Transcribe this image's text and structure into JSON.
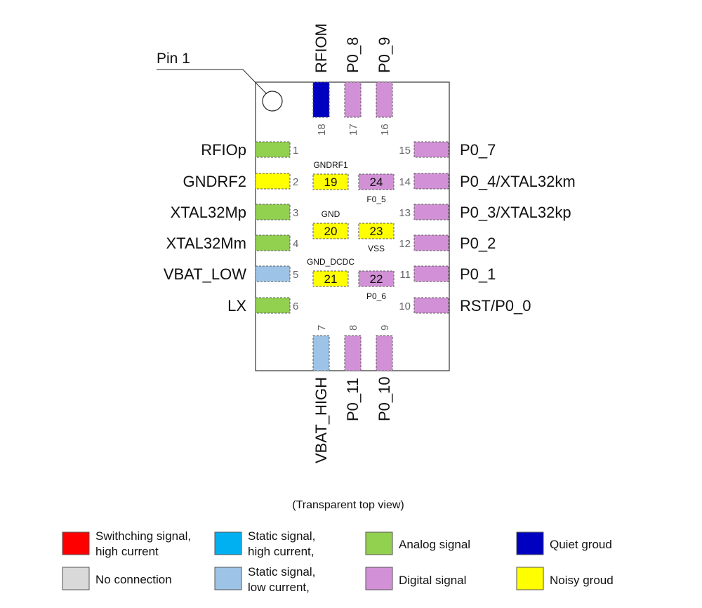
{
  "pin1_label": "Pin 1",
  "caption": "(Transparent top view)",
  "pins": {
    "p1": {
      "num": "1",
      "label": "RFIOp",
      "type": "analog"
    },
    "p2": {
      "num": "2",
      "label": "GNDRF2",
      "type": "noisy"
    },
    "p3": {
      "num": "3",
      "label": "XTAL32Mp",
      "type": "analog"
    },
    "p4": {
      "num": "4",
      "label": "XTAL32Mm",
      "type": "analog"
    },
    "p5": {
      "num": "5",
      "label": "VBAT_LOW",
      "type": "static_low"
    },
    "p6": {
      "num": "6",
      "label": "LX",
      "type": "analog"
    },
    "p7": {
      "num": "7",
      "label": "VBAT_HIGH",
      "type": "static_low"
    },
    "p8": {
      "num": "8",
      "label": "P0_11",
      "type": "digital"
    },
    "p9": {
      "num": "9",
      "label": "P0_10",
      "type": "digital"
    },
    "p10": {
      "num": "10",
      "label": "RST/P0_0",
      "type": "digital"
    },
    "p11": {
      "num": "11",
      "label": "P0_1",
      "type": "digital"
    },
    "p12": {
      "num": "12",
      "label": "P0_2",
      "type": "digital"
    },
    "p13": {
      "num": "13",
      "label": "P0_3/XTAL32kp",
      "type": "digital"
    },
    "p14": {
      "num": "14",
      "label": "P0_4/XTAL32km",
      "type": "digital"
    },
    "p15": {
      "num": "15",
      "label": "P0_7",
      "type": "digital"
    },
    "p16": {
      "num": "16",
      "label": "P0_9",
      "type": "digital"
    },
    "p17": {
      "num": "17",
      "label": "P0_8",
      "type": "digital"
    },
    "p18": {
      "num": "18",
      "label": "RFIOM",
      "type": "quiet"
    }
  },
  "center_pads": {
    "p19": {
      "num": "19",
      "label": "GNDRF1",
      "type": "noisy"
    },
    "p20": {
      "num": "20",
      "label": "GND",
      "type": "noisy"
    },
    "p21": {
      "num": "21",
      "label": "GND_DCDC",
      "type": "noisy"
    },
    "p22": {
      "num": "22",
      "label": "P0_6",
      "type": "digital"
    },
    "p23": {
      "num": "23",
      "label": "VSS",
      "type": "noisy"
    },
    "p24": {
      "num": "24",
      "label": "F0_5",
      "type": "digital"
    }
  },
  "legend": {
    "switching": {
      "line1": "Swithching signal,",
      "line2": "high current",
      "color": "#ff0000"
    },
    "static_high": {
      "line1": "Static signal,",
      "line2": "high current,",
      "color": "#00b0f0"
    },
    "analog": {
      "line1": "Analog signal",
      "color": "#92d050"
    },
    "quiet": {
      "line1": "Quiet groud",
      "color": "#0000c0"
    },
    "nc": {
      "line1": "No connection",
      "color": "#d9d9d9"
    },
    "static_low": {
      "line1": "Static signal,",
      "line2": "low current,",
      "color": "#9dc3e6"
    },
    "digital": {
      "line1": "Digital signal",
      "color": "#d291d6"
    },
    "noisy": {
      "line1": "Noisy groud",
      "color": "#ffff00"
    }
  }
}
